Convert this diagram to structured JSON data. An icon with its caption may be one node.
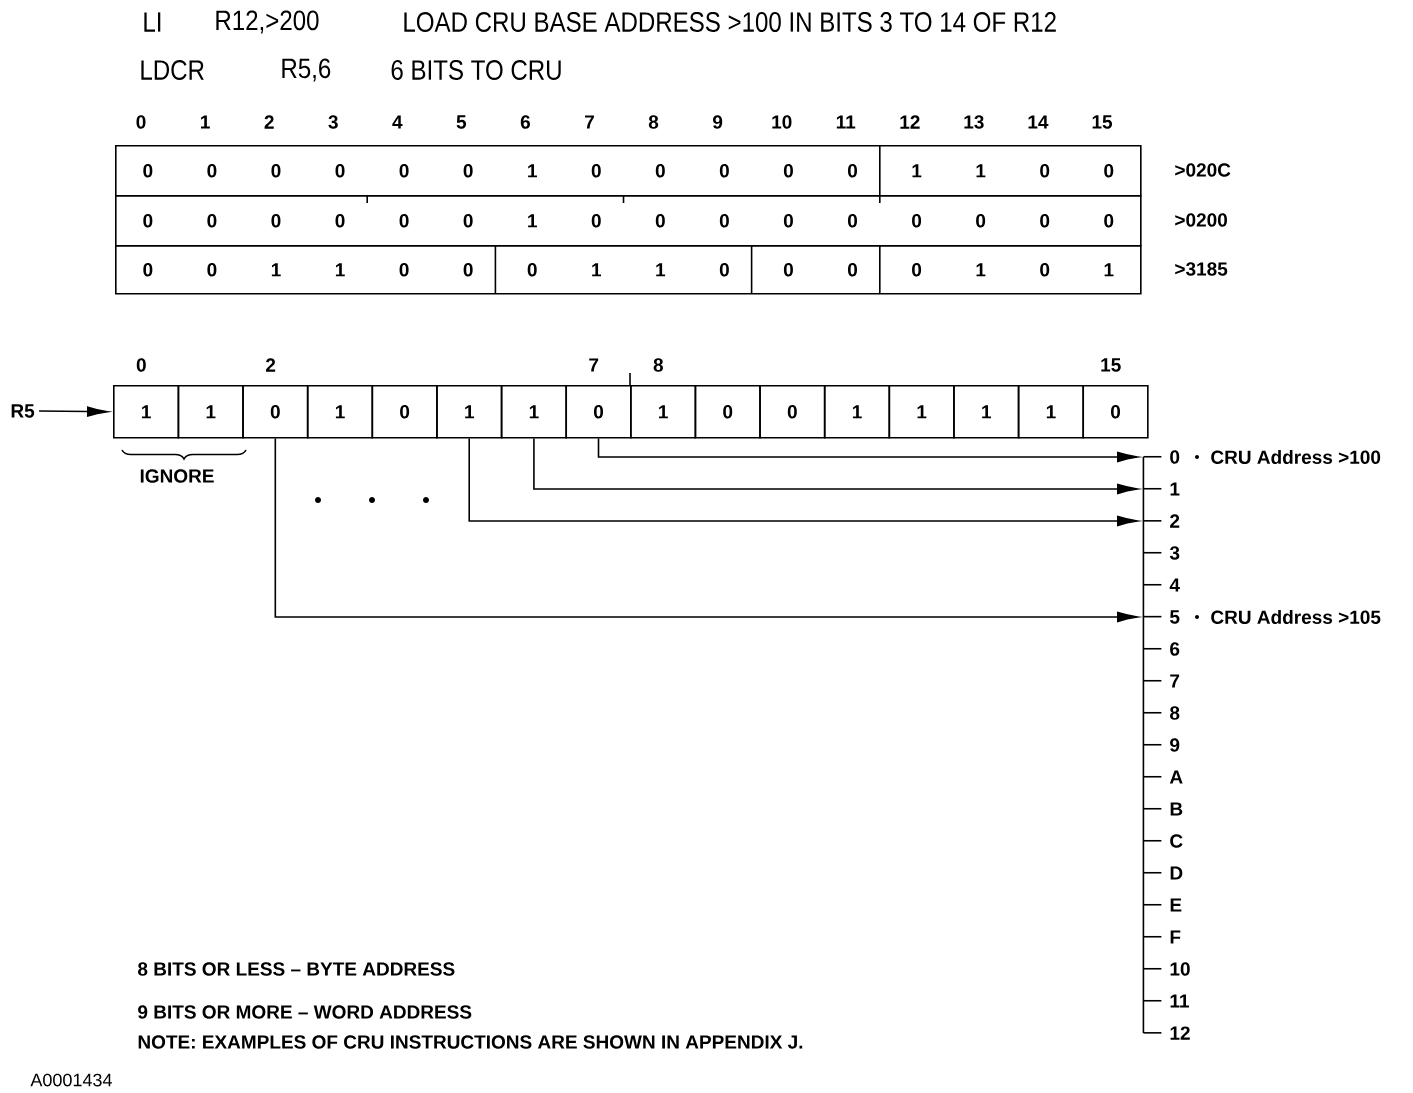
{
  "diagram": {
    "nodes": [
      {
        "text": [
          "0",
          "0",
          "0",
          "0",
          "0",
          "0",
          "1",
          "0",
          "0",
          "0",
          "0",
          "0",
          "1",
          "1",
          "0",
          "0"
        ],
        "beside": [
          ">020C"
        ]
      },
      {
        "text": [
          "0",
          "0",
          "0",
          "0",
          "0",
          "0",
          "1",
          "0",
          "0",
          "0",
          "0",
          "0",
          "0",
          "0",
          "0",
          "0"
        ],
        "beside": [
          ">0200"
        ]
      },
      {
        "text": [
          "0",
          "0",
          "1",
          "1",
          "0",
          "0",
          "0",
          "1",
          "1",
          "0",
          "0",
          "0",
          "0",
          "1",
          "0",
          "1"
        ],
        "beside": [
          ">3185"
        ]
      },
      {
        "text": [
          "R5"
        ]
      },
      {
        "text": [
          "1"
        ]
      },
      {
        "text": [
          "1"
        ]
      },
      {
        "text": [
          "0"
        ]
      },
      {
        "text": [
          "1"
        ]
      },
      {
        "text": [
          "0"
        ]
      },
      {
        "text": [
          "1"
        ]
      },
      {
        "text": [
          "1"
        ]
      },
      {
        "text": [
          "0"
        ]
      },
      {
        "text": [
          "1"
        ]
      },
      {
        "text": [
          "0"
        ]
      },
      {
        "text": [
          "0"
        ]
      },
      {
        "text": [
          "1"
        ]
      },
      {
        "text": [
          "1"
        ]
      },
      {
        "text": [
          "1"
        ]
      },
      {
        "text": [
          "1"
        ]
      },
      {
        "text": [
          "0"
        ]
      },
      {
        "text": [
          "0"
        ],
        "beside": [
          "CRU Address >100"
        ]
      },
      {
        "text": [
          "1"
        ]
      },
      {
        "text": [
          "2"
        ]
      },
      {
        "text": [
          "3"
        ]
      },
      {
        "text": [
          "4"
        ]
      },
      {
        "text": [
          "5"
        ],
        "beside": [
          "CRU Address >105"
        ]
      },
      {
        "text": [
          "6"
        ]
      },
      {
        "text": [
          "7"
        ]
      },
      {
        "text": [
          "8"
        ]
      },
      {
        "text": [
          "9"
        ]
      },
      {
        "text": [
          "A"
        ]
      },
      {
        "text": [
          "B"
        ]
      },
      {
        "text": [
          "C"
        ]
      },
      {
        "text": [
          "D"
        ]
      },
      {
        "text": [
          "E"
        ]
      },
      {
        "text": [
          "F"
        ]
      },
      {
        "text": [
          "10"
        ]
      },
      {
        "text": [
          "11"
        ]
      },
      {
        "text": [
          "12"
        ]
      }
    ],
    "edges": [
      {
        "from": 3,
        "to": 4,
        "arrow": "to"
      },
      {
        "from": 11,
        "to": 20,
        "arrow": "to"
      },
      {
        "from": 10,
        "to": 21,
        "arrow": "to"
      },
      {
        "from": 9,
        "to": 22,
        "arrow": "to"
      },
      {
        "from": 6,
        "to": 25,
        "arrow": "to"
      }
    ],
    "labels": [
      "LI",
      "R12,>200",
      "LOAD CRU BASE ADDRESS >100 IN BITS 3 TO 14 OF R12",
      "LDCR",
      "R5,6",
      "6 BITS TO CRU",
      "0",
      "1",
      "2",
      "3",
      "4",
      "5",
      "6",
      "7",
      "8",
      "9",
      "10",
      "11",
      "12",
      "13",
      "14",
      "15",
      "0",
      "2",
      "7",
      "8",
      "15",
      "IGNORE",
      "8 BITS OR LESS – BYTE ADDRESS",
      "9 BITS OR MORE – WORD ADDRESS",
      "NOTE: EXAMPLES OF CRU INSTRUCTIONS ARE SHOWN IN APPENDIX J.",
      "A0001434"
    ]
  }
}
